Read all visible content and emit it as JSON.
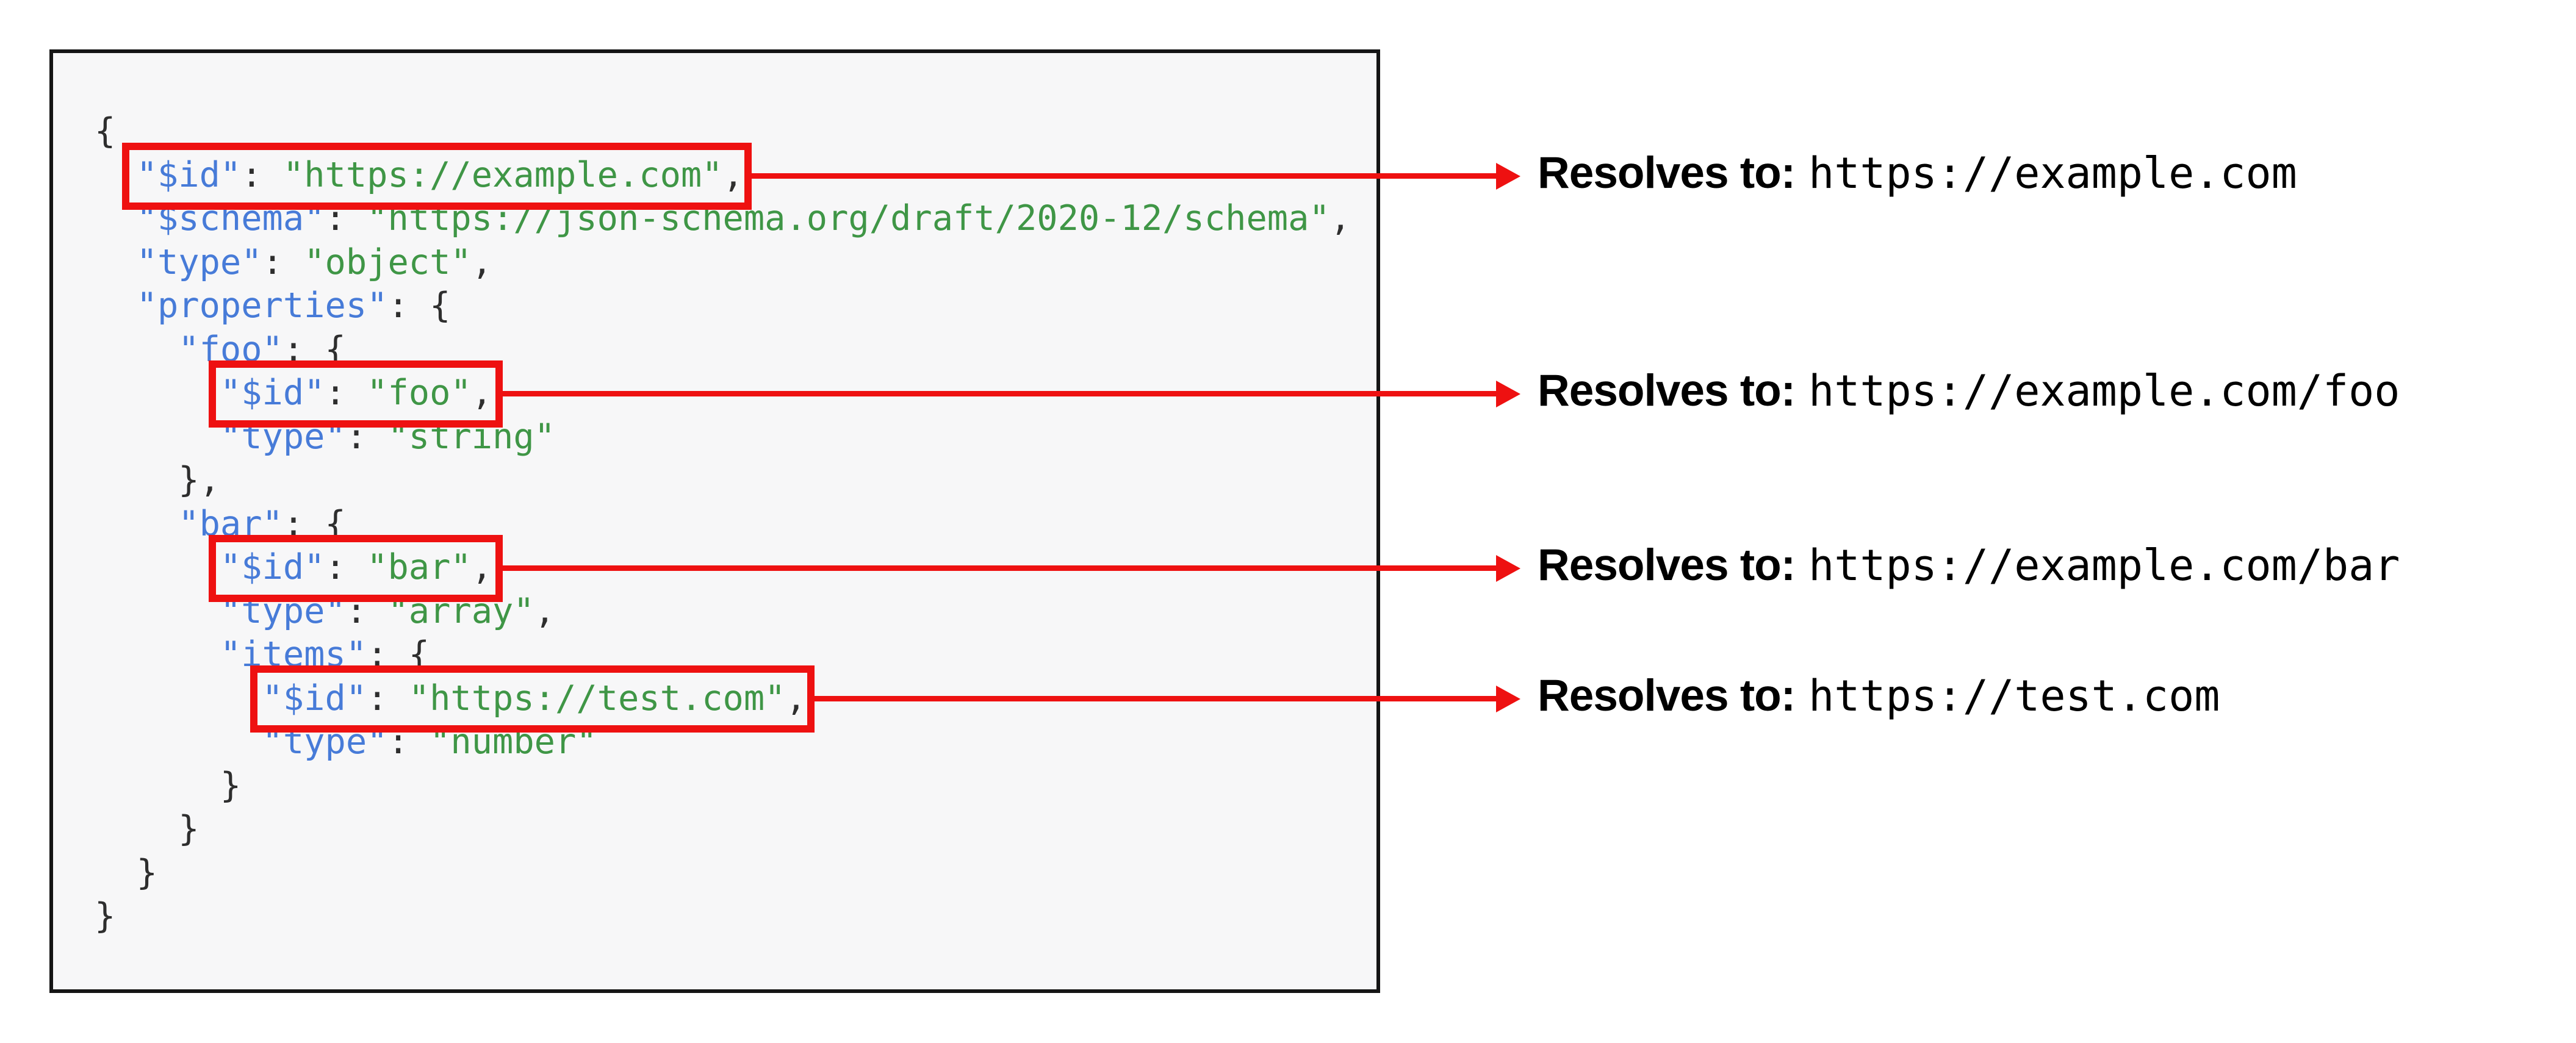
{
  "diagram_title": "JSON Schema $id resolution",
  "code_block": {
    "language": "json",
    "highlighted_lines": [
      2,
      7,
      11,
      14
    ],
    "lines": [
      [
        {
          "t": "{",
          "c": "p"
        }
      ],
      [
        {
          "t": "  ",
          "c": "p"
        },
        {
          "t": "\"$id\"",
          "c": "k"
        },
        {
          "t": ": ",
          "c": "p"
        },
        {
          "t": "\"https://example.com\"",
          "c": "s"
        },
        {
          "t": ",",
          "c": "p"
        }
      ],
      [
        {
          "t": "  ",
          "c": "p"
        },
        {
          "t": "\"$schema\"",
          "c": "k"
        },
        {
          "t": ": ",
          "c": "p"
        },
        {
          "t": "\"https://json-schema.org/draft/2020-12/schema\"",
          "c": "s"
        },
        {
          "t": ",",
          "c": "p"
        }
      ],
      [
        {
          "t": "  ",
          "c": "p"
        },
        {
          "t": "\"type\"",
          "c": "k"
        },
        {
          "t": ": ",
          "c": "p"
        },
        {
          "t": "\"object\"",
          "c": "s"
        },
        {
          "t": ",",
          "c": "p"
        }
      ],
      [
        {
          "t": "  ",
          "c": "p"
        },
        {
          "t": "\"properties\"",
          "c": "k"
        },
        {
          "t": ": {",
          "c": "p"
        }
      ],
      [
        {
          "t": "    ",
          "c": "p"
        },
        {
          "t": "\"foo\"",
          "c": "k"
        },
        {
          "t": ": {",
          "c": "p"
        }
      ],
      [
        {
          "t": "      ",
          "c": "p"
        },
        {
          "t": "\"$id\"",
          "c": "k"
        },
        {
          "t": ": ",
          "c": "p"
        },
        {
          "t": "\"foo\"",
          "c": "s"
        },
        {
          "t": ",",
          "c": "p"
        }
      ],
      [
        {
          "t": "      ",
          "c": "p"
        },
        {
          "t": "\"type\"",
          "c": "k"
        },
        {
          "t": ": ",
          "c": "p"
        },
        {
          "t": "\"string\"",
          "c": "s"
        }
      ],
      [
        {
          "t": "    },",
          "c": "p"
        }
      ],
      [
        {
          "t": "    ",
          "c": "p"
        },
        {
          "t": "\"bar\"",
          "c": "k"
        },
        {
          "t": ": {",
          "c": "p"
        }
      ],
      [
        {
          "t": "      ",
          "c": "p"
        },
        {
          "t": "\"$id\"",
          "c": "k"
        },
        {
          "t": ": ",
          "c": "p"
        },
        {
          "t": "\"bar\"",
          "c": "s"
        },
        {
          "t": ",",
          "c": "p"
        }
      ],
      [
        {
          "t": "      ",
          "c": "p"
        },
        {
          "t": "\"type\"",
          "c": "k"
        },
        {
          "t": ": ",
          "c": "p"
        },
        {
          "t": "\"array\"",
          "c": "s"
        },
        {
          "t": ",",
          "c": "p"
        }
      ],
      [
        {
          "t": "      ",
          "c": "p"
        },
        {
          "t": "\"items\"",
          "c": "k"
        },
        {
          "t": ": {",
          "c": "p"
        }
      ],
      [
        {
          "t": "        ",
          "c": "p"
        },
        {
          "t": "\"$id\"",
          "c": "k"
        },
        {
          "t": ": ",
          "c": "p"
        },
        {
          "t": "\"https://test.com\"",
          "c": "s"
        },
        {
          "t": ",",
          "c": "p"
        }
      ],
      [
        {
          "t": "        ",
          "c": "p"
        },
        {
          "t": "\"type\"",
          "c": "k"
        },
        {
          "t": ": ",
          "c": "p"
        },
        {
          "t": "\"number\"",
          "c": "s"
        }
      ],
      [
        {
          "t": "      }",
          "c": "p"
        }
      ],
      [
        {
          "t": "    }",
          "c": "p"
        }
      ],
      [
        {
          "t": "  }",
          "c": "p"
        }
      ],
      [
        {
          "t": "}",
          "c": "p"
        }
      ]
    ]
  },
  "annotations": [
    {
      "label": "Resolves to:",
      "value": "https://example.com"
    },
    {
      "label": "Resolves to:",
      "value": "https://example.com/foo"
    },
    {
      "label": "Resolves to:",
      "value": "https://example.com/bar"
    },
    {
      "label": "Resolves to:",
      "value": "https://test.com"
    }
  ],
  "colors": {
    "key": "#477bd8",
    "string": "#3f9646",
    "punctuation": "#2e2e2e",
    "highlight_red": "#ee1111",
    "code_box_border": "#151515",
    "code_box_background": "#f7f7f8"
  }
}
